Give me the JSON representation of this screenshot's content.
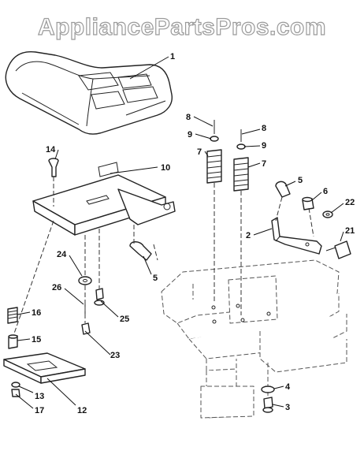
{
  "watermark": "AppliancePartsPros.com",
  "callouts": [
    {
      "id": "c1",
      "label": "1"
    },
    {
      "id": "c2",
      "label": "2"
    },
    {
      "id": "c3",
      "label": "3"
    },
    {
      "id": "c4",
      "label": "4"
    },
    {
      "id": "c5a",
      "label": "5"
    },
    {
      "id": "c5b",
      "label": "5"
    },
    {
      "id": "c6",
      "label": "6"
    },
    {
      "id": "c7a",
      "label": "7"
    },
    {
      "id": "c7b",
      "label": "7"
    },
    {
      "id": "c8a",
      "label": "8"
    },
    {
      "id": "c8b",
      "label": "8"
    },
    {
      "id": "c9a",
      "label": "9"
    },
    {
      "id": "c9b",
      "label": "9"
    },
    {
      "id": "c10",
      "label": "10"
    },
    {
      "id": "c12",
      "label": "12"
    },
    {
      "id": "c13",
      "label": "13"
    },
    {
      "id": "c14",
      "label": "14"
    },
    {
      "id": "c15",
      "label": "15"
    },
    {
      "id": "c16",
      "label": "16"
    },
    {
      "id": "c17",
      "label": "17"
    },
    {
      "id": "c21",
      "label": "21"
    },
    {
      "id": "c22",
      "label": "22"
    },
    {
      "id": "c23",
      "label": "23"
    },
    {
      "id": "c24",
      "label": "24"
    },
    {
      "id": "c25",
      "label": "25"
    },
    {
      "id": "c26",
      "label": "26"
    }
  ]
}
